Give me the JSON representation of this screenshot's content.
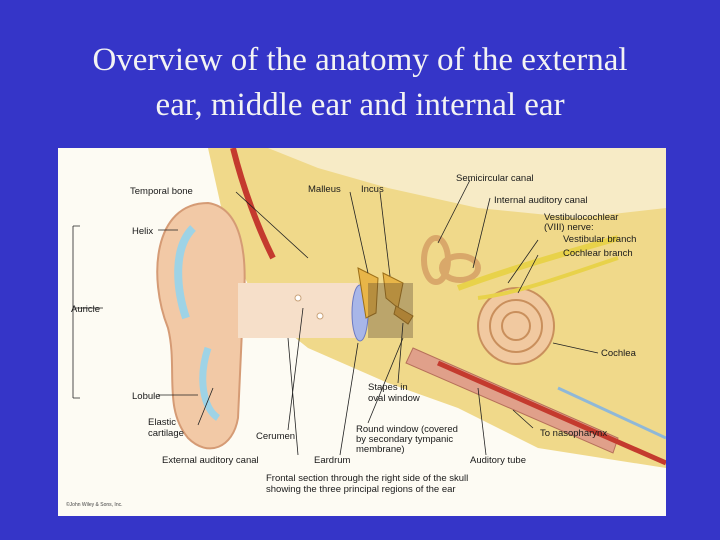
{
  "slide": {
    "title_line1": "Overview of the anatomy of the external",
    "title_line2": "ear, middle ear and internal ear"
  },
  "labels": {
    "temporal_bone": "Temporal bone",
    "malleus": "Malleus",
    "incus": "Incus",
    "semicircular_canal": "Semicircular canal",
    "internal_auditory_canal": "Internal auditory canal",
    "vestibulocochlear_1": "Vestibulocochlear",
    "vestibulocochlear_2": "(VIII) nerve:",
    "vestibular_branch": "Vestibular branch",
    "cochlear_branch": "Cochlear branch",
    "helix": "Helix",
    "auricle": "Auricle",
    "lobule": "Lobule",
    "cochlea": "Cochlea",
    "stapes_1": "Stapes in",
    "stapes_2": "oval window",
    "elastic_1": "Elastic",
    "elastic_2": "cartilage",
    "cerumen": "Cerumen",
    "round_window_1": "Round window (covered",
    "round_window_2": "by secondary tympanic",
    "round_window_3": "membrane)",
    "to_nasopharynx": "To nasopharynx",
    "external_auditory_canal": "External auditory canal",
    "eardrum": "Eardrum",
    "auditory_tube": "Auditory tube",
    "caption_1": "Frontal section through the right side of the skull",
    "caption_2": "showing the three principal regions of the ear",
    "copyright": "©John Wiley & Sons, Inc."
  },
  "colors": {
    "background": "#3535c8",
    "title_text": "#f3f3f3"
  }
}
